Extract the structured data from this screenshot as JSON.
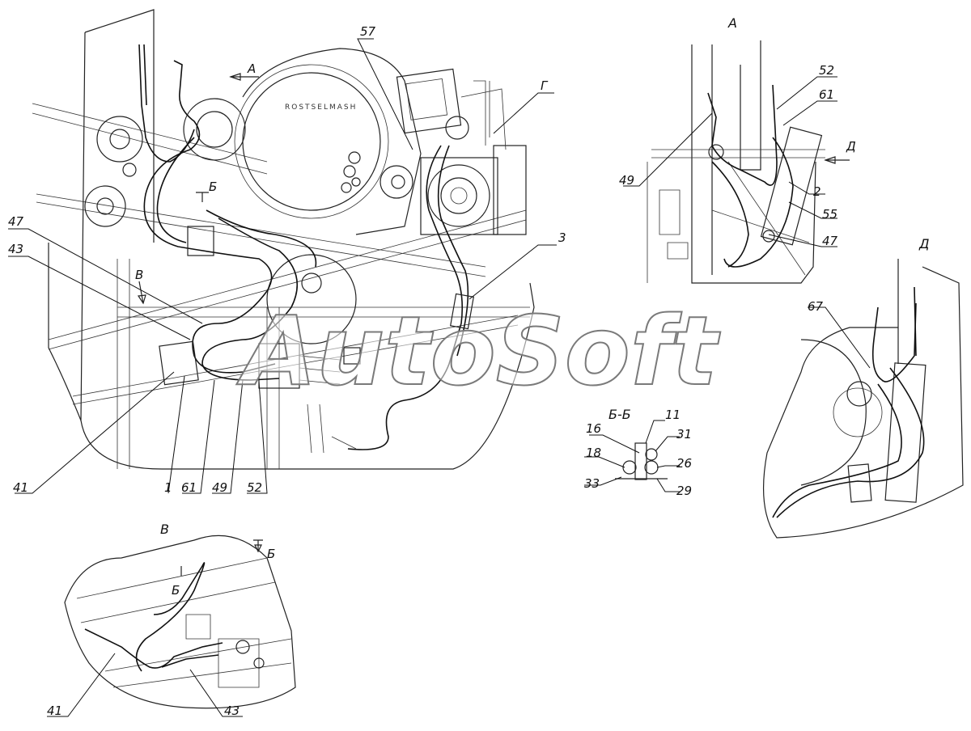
{
  "views": {
    "main": {
      "labels": {
        "p57": "57",
        "g": "Г",
        "a_arrow": "А",
        "b_section": "Б",
        "v_arrow": "В",
        "p47": "47",
        "p43": "43",
        "p3": "3",
        "p41": "41",
        "p1": "1",
        "p61": "61",
        "p49": "49",
        "p52": "52"
      },
      "logo": "ROSTSELMASH"
    },
    "view_a": {
      "title": "А",
      "labels": {
        "p52": "52",
        "p61": "61",
        "d_arrow": "Д",
        "p49": "49",
        "p2": "2",
        "p55": "55",
        "p47": "47"
      }
    },
    "view_d": {
      "title": "Д",
      "labels": {
        "p67": "67"
      }
    },
    "section_bb": {
      "title": "Б-Б",
      "labels": {
        "p11": "11",
        "p16": "16",
        "p31": "31",
        "p18": "18",
        "p26": "26",
        "p33": "33",
        "p29": "29"
      }
    },
    "view_v": {
      "title": "В",
      "labels": {
        "b_section": "Б",
        "b_inner": "Б",
        "p41": "41",
        "p43": "43"
      }
    }
  },
  "watermark": "AutoSoft",
  "colors": {
    "line": "#222222",
    "background": "#ffffff",
    "watermark_outline": "#7a7a7a"
  }
}
